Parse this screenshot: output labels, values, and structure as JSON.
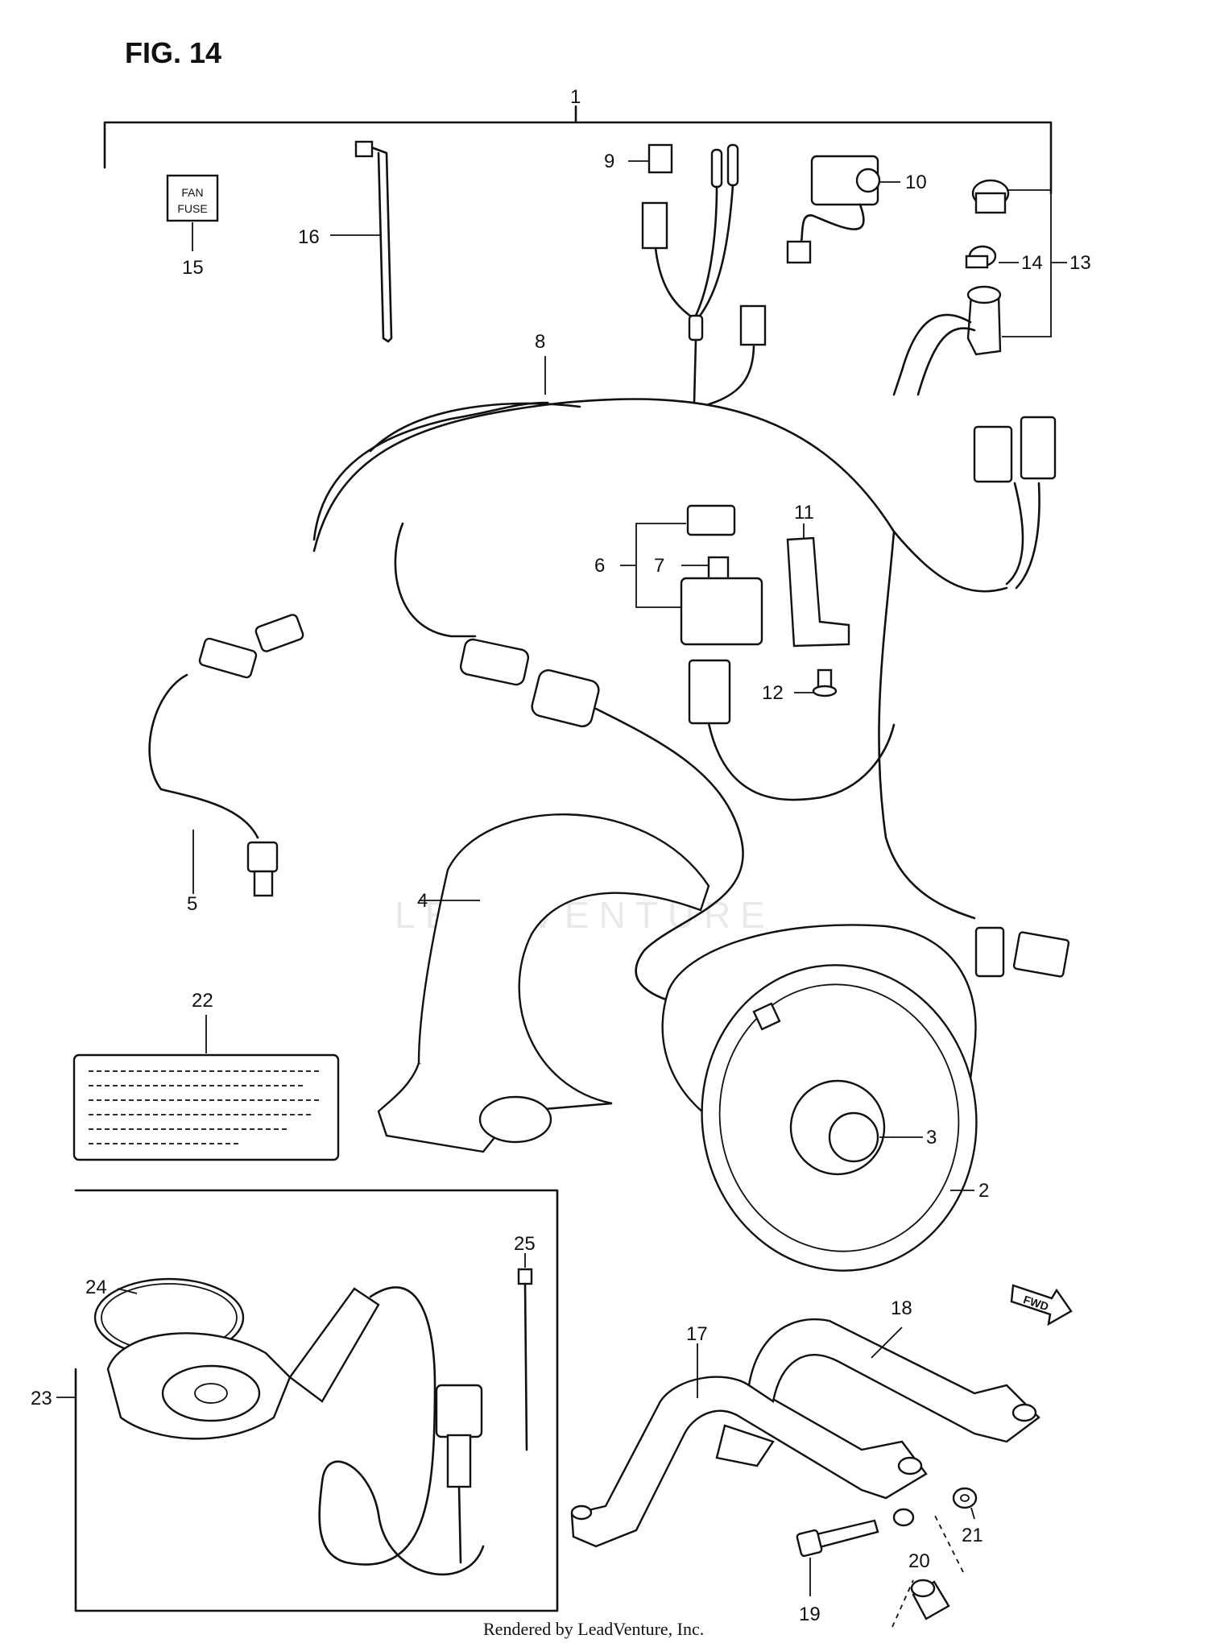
{
  "figure": {
    "title": "FIG. 14",
    "footer": "Rendered by LeadVenture, Inc.",
    "watermark": "LEADVENTURE"
  },
  "labels": {
    "fan_fuse_line1": "FAN",
    "fan_fuse_line2": "FUSE",
    "fwd": "FWD"
  },
  "callouts": [
    {
      "id": "1",
      "text": "1"
    },
    {
      "id": "2",
      "text": "2"
    },
    {
      "id": "3",
      "text": "3"
    },
    {
      "id": "4",
      "text": "4"
    },
    {
      "id": "5",
      "text": "5"
    },
    {
      "id": "6",
      "text": "6"
    },
    {
      "id": "7",
      "text": "7"
    },
    {
      "id": "8",
      "text": "8"
    },
    {
      "id": "9",
      "text": "9"
    },
    {
      "id": "10",
      "text": "10"
    },
    {
      "id": "11",
      "text": "11"
    },
    {
      "id": "12",
      "text": "12"
    },
    {
      "id": "13",
      "text": "13"
    },
    {
      "id": "14",
      "text": "14"
    },
    {
      "id": "15",
      "text": "15"
    },
    {
      "id": "16",
      "text": "16"
    },
    {
      "id": "17",
      "text": "17"
    },
    {
      "id": "18",
      "text": "18"
    },
    {
      "id": "19",
      "text": "19"
    },
    {
      "id": "20",
      "text": "20"
    },
    {
      "id": "21",
      "text": "21"
    },
    {
      "id": "22",
      "text": "22"
    },
    {
      "id": "23",
      "text": "23"
    },
    {
      "id": "24",
      "text": "24"
    },
    {
      "id": "25",
      "text": "25"
    }
  ]
}
